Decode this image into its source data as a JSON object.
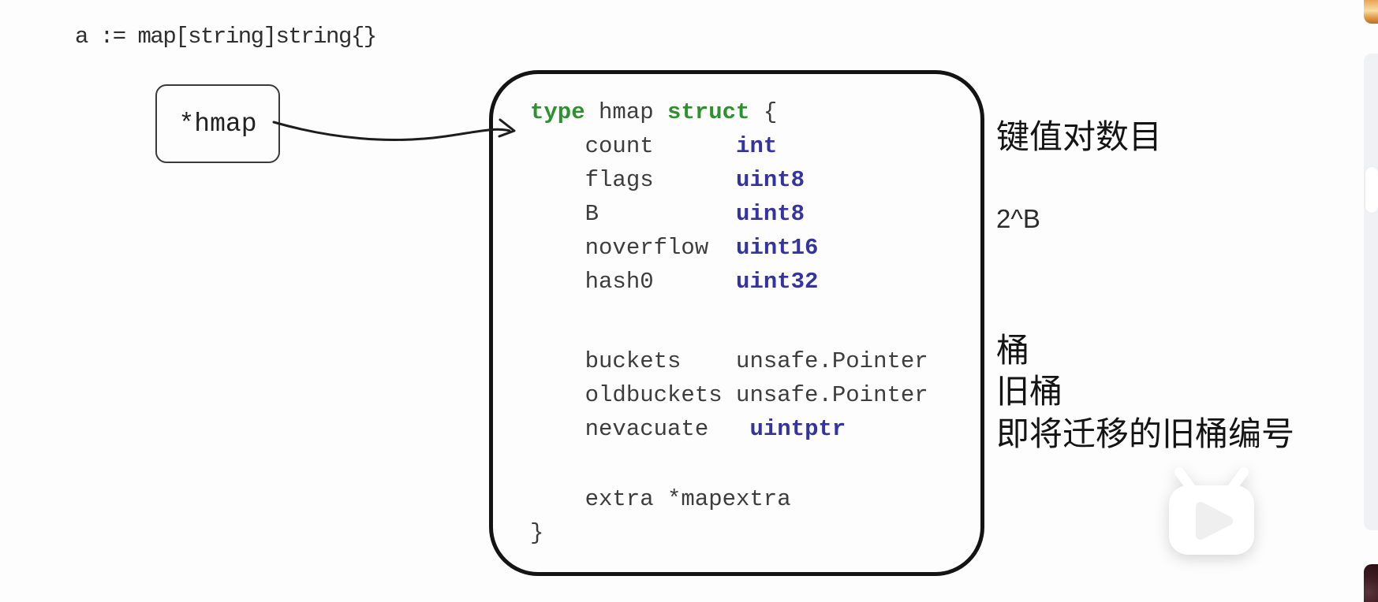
{
  "declaration": "a := map[string]string{}",
  "pointer_box": {
    "label": "*hmap"
  },
  "struct_code": {
    "lines": [
      {
        "tokens": [
          {
            "t": "type",
            "c": "kw"
          },
          {
            "t": " hmap ",
            "c": "pl"
          },
          {
            "t": "struct",
            "c": "kw"
          },
          {
            "t": " {",
            "c": "pl"
          }
        ]
      },
      {
        "tokens": [
          {
            "t": "    count      ",
            "c": "pl"
          },
          {
            "t": "int",
            "c": "ty"
          }
        ]
      },
      {
        "tokens": [
          {
            "t": "    flags      ",
            "c": "pl"
          },
          {
            "t": "uint8",
            "c": "ty"
          }
        ]
      },
      {
        "tokens": [
          {
            "t": "    B          ",
            "c": "pl"
          },
          {
            "t": "uint8",
            "c": "ty"
          }
        ]
      },
      {
        "tokens": [
          {
            "t": "    noverflow  ",
            "c": "pl"
          },
          {
            "t": "uint16",
            "c": "ty"
          }
        ]
      },
      {
        "tokens": [
          {
            "t": "    hash0      ",
            "c": "pl"
          },
          {
            "t": "uint32",
            "c": "ty"
          }
        ]
      },
      {
        "cls": "gap-wide",
        "tokens": []
      },
      {
        "tokens": [
          {
            "t": "    buckets    unsafe.Pointer",
            "c": "pl"
          }
        ]
      },
      {
        "tokens": [
          {
            "t": "    oldbuckets unsafe.Pointer",
            "c": "pl"
          }
        ]
      },
      {
        "tokens": [
          {
            "t": "    nevacuate   ",
            "c": "pl"
          },
          {
            "t": "uintptr",
            "c": "ty"
          }
        ]
      },
      {
        "cls": "gap-narrow",
        "tokens": []
      },
      {
        "tokens": [
          {
            "t": "    extra *mapextra",
            "c": "pl"
          }
        ]
      },
      {
        "tokens": [
          {
            "t": "}",
            "c": "pl"
          }
        ]
      }
    ]
  },
  "annotations": [
    {
      "id": "count",
      "cls": "ann-cn ann-count",
      "text": "键值对数目"
    },
    {
      "id": "b",
      "cls": "ann-en ann-b",
      "text": "2^B"
    },
    {
      "id": "buckets",
      "cls": "ann-cn ann-buckets",
      "text": "桶"
    },
    {
      "id": "oldbuckets",
      "cls": "ann-cn ann-oldbuckets",
      "text": "旧桶"
    },
    {
      "id": "nevacuate",
      "cls": "ann-cn ann-nevacuate",
      "text": "即将迁移的旧桶编号"
    }
  ],
  "icons": {
    "watermark": "tv-play-logo",
    "top_right": "orange-badge-cropped",
    "bottom_right": "dark-video-thumbnail-cropped"
  },
  "colors": {
    "keyword_green": "#2e9130",
    "type_blue": "#3434a0",
    "code_plain": "#3d3d3d",
    "box_border": "#141414",
    "scroll_track": "#f0f1f4",
    "badge_orange": "#e09a43"
  }
}
